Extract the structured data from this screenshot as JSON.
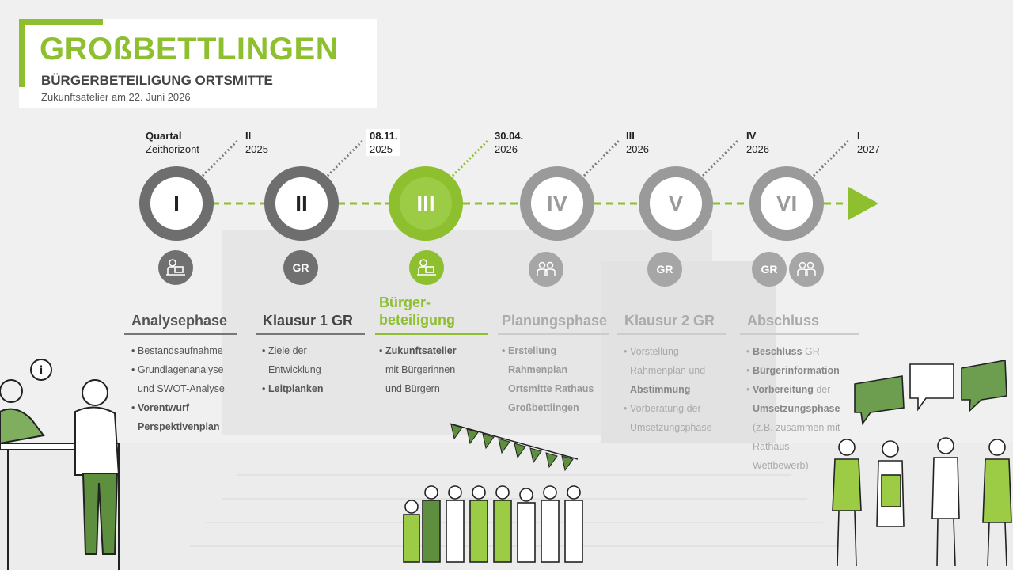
{
  "header": {
    "brand": "GROßBETTLINGEN",
    "subtitle": "BÜRGERBETEILIGUNG ORTSMITTE",
    "date_line": "Zukunftsatelier am 22. Juni 2026"
  },
  "timeline": {
    "labels": [
      {
        "top": "Quartal",
        "bottom": "Zeithorizont"
      },
      {
        "top": "II",
        "bottom": "2025"
      },
      {
        "top": "08.11.",
        "bottom": "2025"
      },
      {
        "top": "30.04.",
        "bottom": "2026"
      },
      {
        "top": "III",
        "bottom": "2026"
      },
      {
        "top": "IV",
        "bottom": "2026"
      },
      {
        "top": "I",
        "bottom": "2027"
      }
    ],
    "milestones": [
      "I",
      "II",
      "III",
      "IV",
      "V",
      "VI"
    ],
    "badges": {
      "gr": "GR"
    }
  },
  "phases": [
    {
      "title": "Analysephase",
      "items": [
        {
          "lines": [
            "Bestandsaufnahme"
          ],
          "bold": false
        },
        {
          "lines": [
            "Grundlagenanalyse",
            "und SWOT-Analyse"
          ],
          "bold": false
        },
        {
          "lines": [
            "Vorentwurf",
            "Perspektivenplan"
          ],
          "bold": true
        }
      ]
    },
    {
      "title": "Klausur 1 GR",
      "items": [
        {
          "lines": [
            "Ziele der",
            "Entwicklung"
          ],
          "bold": false
        },
        {
          "lines": [
            "Leitplanken"
          ],
          "bold": true
        }
      ]
    },
    {
      "title_line1": "Bürger-",
      "title_line2": "beteiligung",
      "items": [
        {
          "lines": [
            "Zukunftsatelier"
          ],
          "bold": true
        },
        {
          "lines": [
            "mit Bürgerinnen",
            "und Bürgern"
          ],
          "bold": false
        }
      ]
    },
    {
      "title": "Planungsphase",
      "items": [
        {
          "lines": [
            "Erstellung",
            "Rahmenplan",
            "Ortsmitte Rathaus",
            "Großbettlingen"
          ],
          "bold": true
        }
      ]
    },
    {
      "title": "Klausur 2 GR",
      "items": [
        {
          "lines": [
            "Vorstellung",
            "Rahmenplan und"
          ],
          "bold": false,
          "extra_bold": "Abstimmung"
        },
        {
          "lines": [
            "Vorberatung der",
            "Umsetzungsphase"
          ],
          "bold": false
        }
      ]
    },
    {
      "title": "Abschluss",
      "items": [
        {
          "bold_part": "Beschluss",
          "plain_part": " GR"
        },
        {
          "bold_part": "Bürgerinformation",
          "plain_part": ""
        },
        {
          "bold_part": "Vorbereitung",
          "plain_part": " der",
          "line2_bold": "Umsetzungsphase",
          "line3": "(z.B. zusammen mit",
          "line4": "Rathaus-",
          "line5": "Wettbewerb)"
        }
      ]
    }
  ],
  "colors": {
    "accent_green": "#8dbf2e",
    "dark_grey": "#6e6e6e",
    "light_grey": "#9a9a9a"
  }
}
